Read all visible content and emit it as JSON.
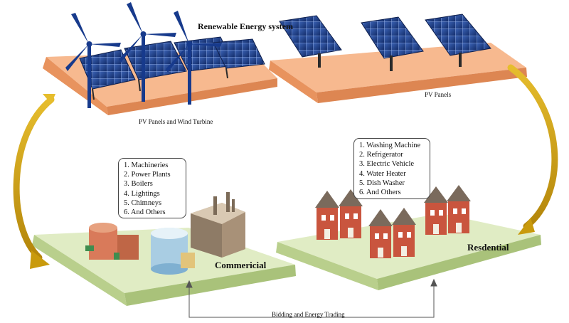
{
  "title": "Renewable Energy system",
  "top_left_caption": "PV Panels and Wind Turbine",
  "top_right_caption": "PV Panels",
  "commercial": {
    "label": "Commericial",
    "items": [
      "1. Machineries",
      "2. Power Plants",
      "3. Boilers",
      "4. Lightings",
      "5. Chimneys",
      "6. And Others"
    ]
  },
  "residential": {
    "label": "Resdential",
    "items": [
      "1. Washing Machine",
      "2. Refrigerator",
      "3. Electric Vehicle",
      "4. Water Heater",
      "5. Dish Washer",
      "6. And Others"
    ]
  },
  "bottom_caption": "Bidding and Energy Trading",
  "colors": {
    "platform_top": "#f7b98f",
    "platform_side": "#e8935e",
    "ground_top": "#e0ecc4",
    "ground_side": "#b9cf8c",
    "flow_arrow": "#c99a0c",
    "turbine": "#173a8c",
    "solar_panel": "#1f3f8a"
  }
}
